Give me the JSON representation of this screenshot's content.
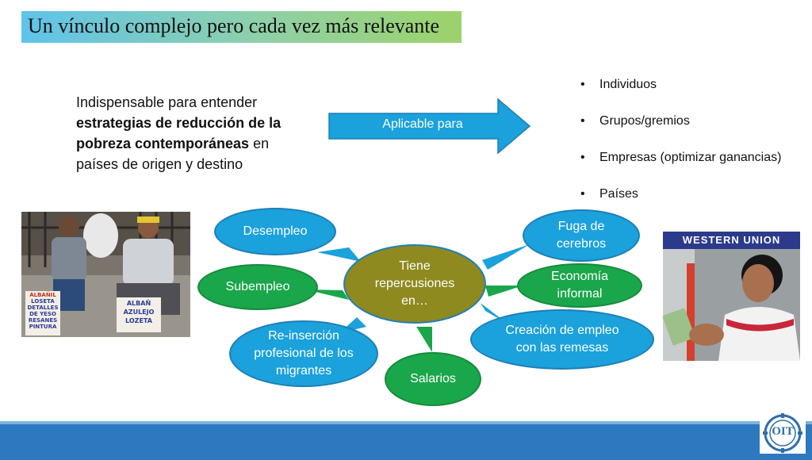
{
  "title": "Un vínculo complejo pero cada vez más relevante",
  "intro": {
    "prefix": "Indispensable para entender ",
    "bold": "estrategias de reducción de la pobreza contemporáneas",
    "suffix": " en países de origen y destino"
  },
  "arrow_label": "Aplicable para",
  "bullets": [
    "Individuos",
    "Grupos/gremios",
    "Empresas (optimizar ganancias)",
    "Países"
  ],
  "center": "Tiene repercusiones en…",
  "bubbles": {
    "desempleo": "Desempleo",
    "subempleo": "Subempleo",
    "reinsercion": "Re-inserción profesional de los migrantes",
    "salarios": "Salarios",
    "fuga": "Fuga de cerebros",
    "economia": "Economía informal",
    "creacion": "Creación de empleo con las remesas"
  },
  "photo1_signs": [
    "ALBAÑIL",
    "LOSETA",
    "DETALLES",
    "DE YESO",
    "RESANES",
    "PINTURA",
    "ALBAÑ",
    "AZULEJO",
    "LOZETA"
  ],
  "photo2_sign": "WESTERN UNION",
  "logo_text": "OIT",
  "colors": {
    "bubble_blue": "#1ba1dc",
    "bubble_green": "#1aa64a",
    "center_olive": "#8e8a1f",
    "footer": "#2e78bf"
  }
}
